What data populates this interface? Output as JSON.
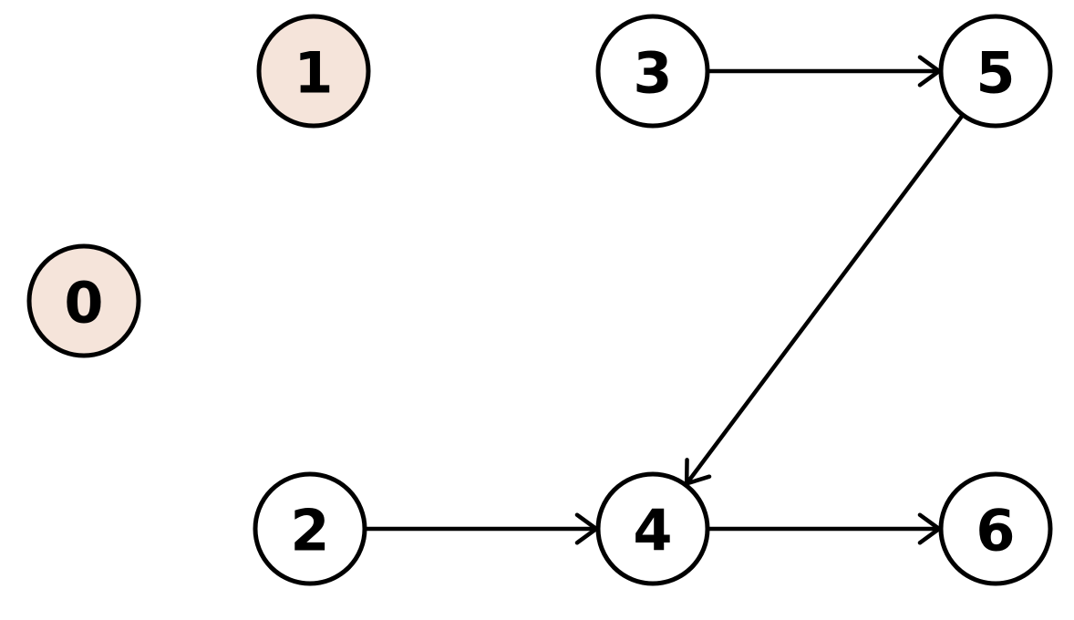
{
  "graph": {
    "colors": {
      "stroke": "#000000",
      "node_fill_default": "#ffffff",
      "node_fill_highlight": "#f5e4da"
    },
    "nodes": [
      {
        "id": "0",
        "label": "0",
        "highlighted": true
      },
      {
        "id": "1",
        "label": "1",
        "highlighted": true
      },
      {
        "id": "2",
        "label": "2",
        "highlighted": false
      },
      {
        "id": "3",
        "label": "3",
        "highlighted": false
      },
      {
        "id": "4",
        "label": "4",
        "highlighted": false
      },
      {
        "id": "5",
        "label": "5",
        "highlighted": false
      },
      {
        "id": "6",
        "label": "6",
        "highlighted": false
      }
    ],
    "edges": [
      {
        "from": "3",
        "to": "5"
      },
      {
        "from": "5",
        "to": "4"
      },
      {
        "from": "2",
        "to": "4"
      },
      {
        "from": "4",
        "to": "6"
      }
    ]
  }
}
